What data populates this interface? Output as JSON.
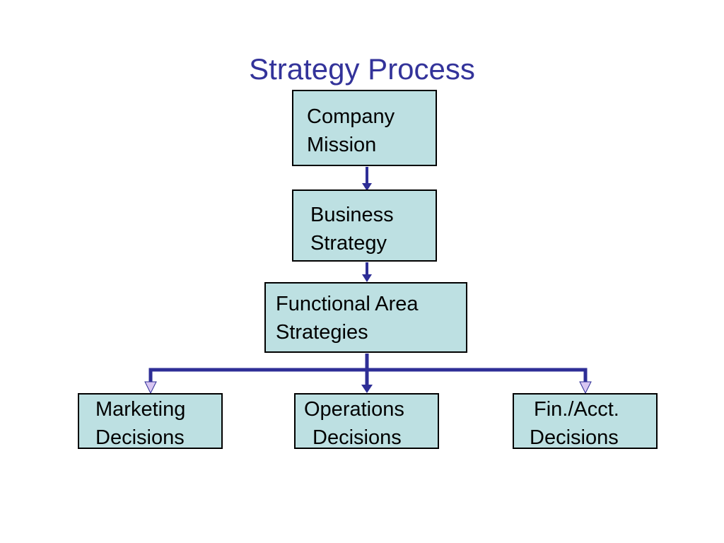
{
  "slide": {
    "title": "Strategy Process"
  },
  "diagram": {
    "nodes": {
      "mission": {
        "line1": "Company",
        "line2": "Mission"
      },
      "business": {
        "line1": "Business",
        "line2": "Strategy"
      },
      "functional": {
        "line1": "Functional Area",
        "line2": "Strategies"
      },
      "marketing": {
        "line1": "Marketing",
        "line2": "Decisions"
      },
      "operations": {
        "line1": "Operations",
        "line2": "Decisions"
      },
      "finance": {
        "line1": "Fin./Acct.",
        "line2": "Decisions"
      }
    },
    "edges": [
      {
        "from": "mission",
        "to": "business"
      },
      {
        "from": "business",
        "to": "functional"
      },
      {
        "from": "functional",
        "to": "marketing"
      },
      {
        "from": "functional",
        "to": "operations"
      },
      {
        "from": "functional",
        "to": "finance"
      }
    ],
    "colors": {
      "title": "#33339a",
      "box_fill": "#bde0e2",
      "box_border": "#000000",
      "arrow": "#2e2e96",
      "open_arrowhead_fill": "#d8c6f2"
    }
  }
}
